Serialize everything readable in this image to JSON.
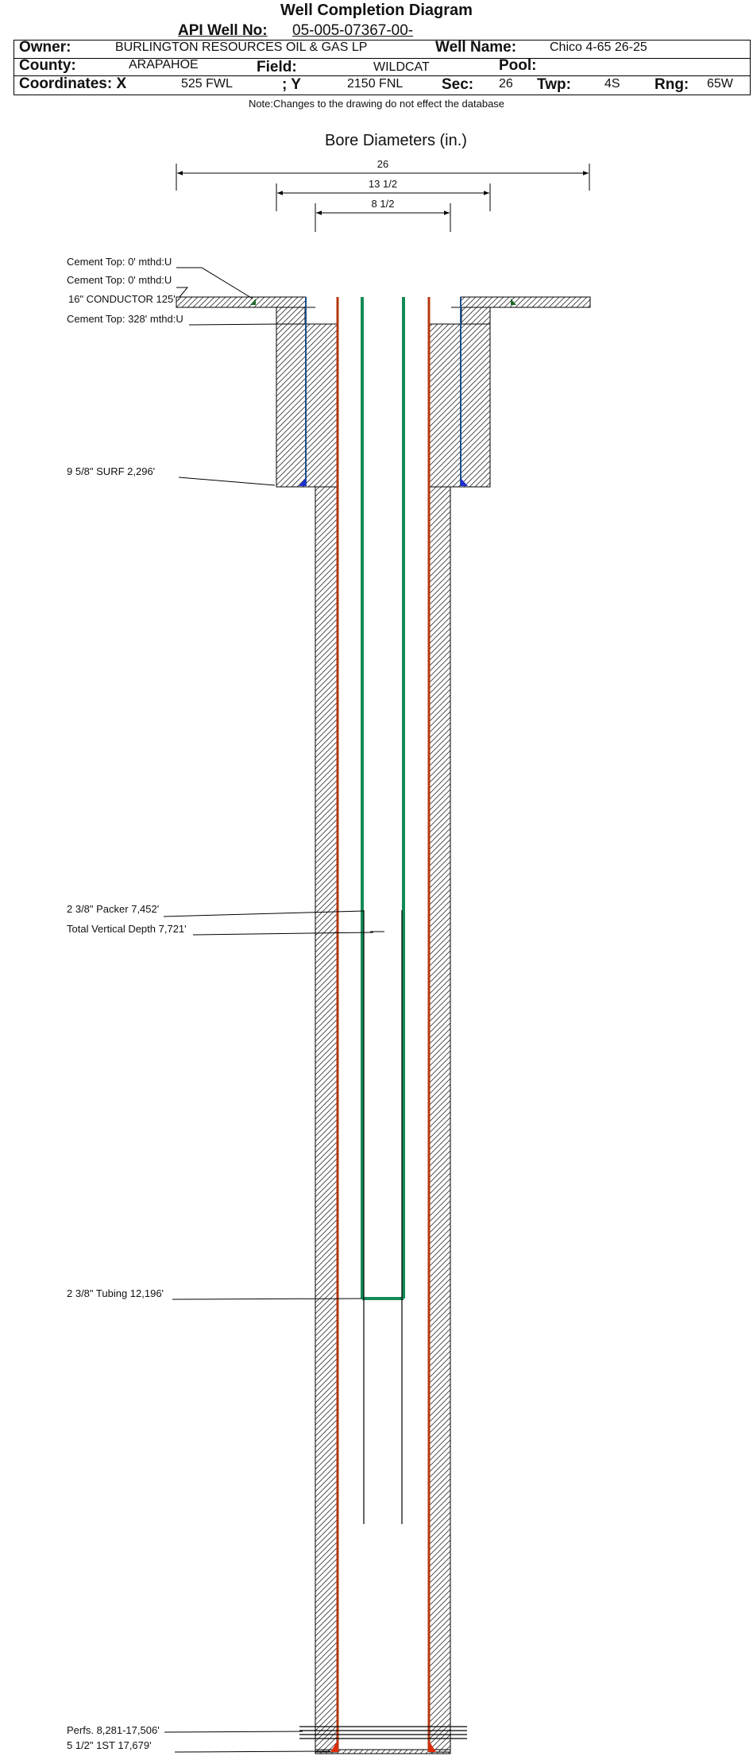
{
  "header": {
    "title": "Well Completion Diagram",
    "api_label": "API Well No:",
    "api_value": "05-005-07367-00-",
    "owner_label": "Owner:",
    "owner_value": "BURLINGTON RESOURCES OIL & GAS LP",
    "well_name_label": "Well Name:",
    "well_name_value": "Chico 4-65 26-25",
    "county_label": "County:",
    "county_value": "ARAPAHOE",
    "field_label": "Field:",
    "field_value": "WILDCAT",
    "pool_label": "Pool:",
    "pool_value": "",
    "coords_label": "Coordinates: X",
    "x_value": "525 FWL",
    "y_label": "; Y",
    "y_value": "2150 FNL",
    "sec_label": "Sec:",
    "sec_value": "26",
    "twp_label": "Twp:",
    "twp_value": "4S",
    "rng_label": "Rng:",
    "rng_value": "65W",
    "note": "Note:Changes to the drawing do not effect the database"
  },
  "diagram": {
    "bore_title": "Bore Diameters (in.)",
    "bore_diameters": [
      "26",
      "13 1/2",
      "8 1/2"
    ],
    "annotations": {
      "cement_top_1": "Cement Top: 0' mthd:U",
      "cement_top_2": "Cement Top: 0' mthd:U",
      "conductor": "16\" CONDUCTOR  125'",
      "cement_top_3": "Cement Top: 328' mthd:U",
      "surf_casing": "9 5/8\" SURF       2,296'",
      "packer": "2 3/8\" Packer 7,452'",
      "tvd": "Total Vertical Depth 7,721'",
      "tubing": "2 3/8\" Tubing 12,196'",
      "perfs": "Perfs. 8,281-17,506'",
      "production_casing": "5 1/2\" 1ST        17,679'"
    },
    "colors": {
      "production_casing": "#b5380f",
      "tubing": "#138a55",
      "surface_casing": "#1a4f8a",
      "conductor_cement_marker": "#1d6b2a",
      "surface_shoe_marker": "#1f2fd0",
      "production_shoe_marker": "#e02a0a"
    }
  }
}
